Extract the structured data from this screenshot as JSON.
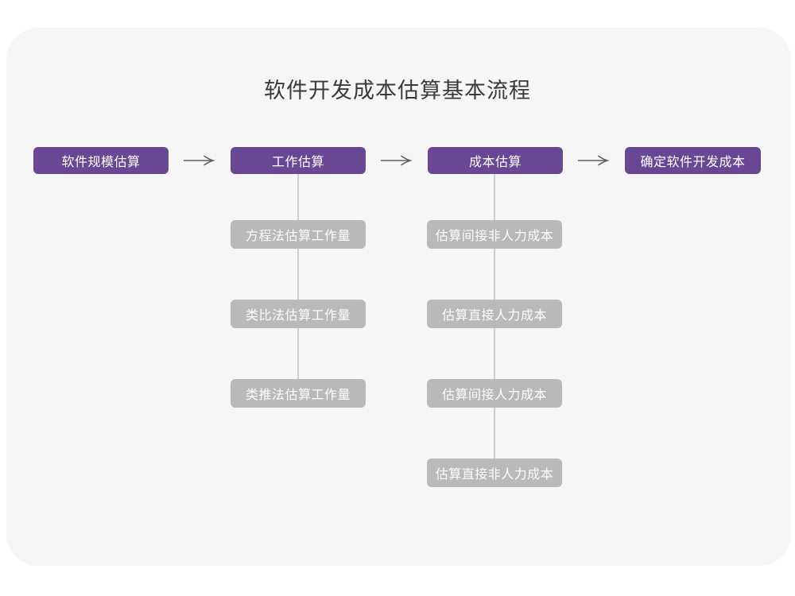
{
  "title": "软件开发成本估算基本流程",
  "colors": {
    "primary_node": "#684795",
    "secondary_node": "#b9b9b9",
    "canvas_card": "#f6f6f7",
    "page_background": "#ffffff",
    "node_text": "#ffffff",
    "title_text": "#3b3b3b",
    "arrow": "#5f5f5f",
    "connector_line": "#cdcdcd"
  },
  "flow": {
    "steps": [
      {
        "label": "软件规模估算"
      },
      {
        "label": "工作估算"
      },
      {
        "label": "成本估算"
      },
      {
        "label": "确定软件开发成本"
      }
    ],
    "work_substeps": [
      {
        "label": "方程法估算工作量"
      },
      {
        "label": "类比法估算工作量"
      },
      {
        "label": "类推法估算工作量"
      }
    ],
    "cost_substeps": [
      {
        "label": "估算间接非人力成本"
      },
      {
        "label": "估算直接人力成本"
      },
      {
        "label": "估算间接人力成本"
      },
      {
        "label": "估算直接非人力成本"
      }
    ]
  }
}
